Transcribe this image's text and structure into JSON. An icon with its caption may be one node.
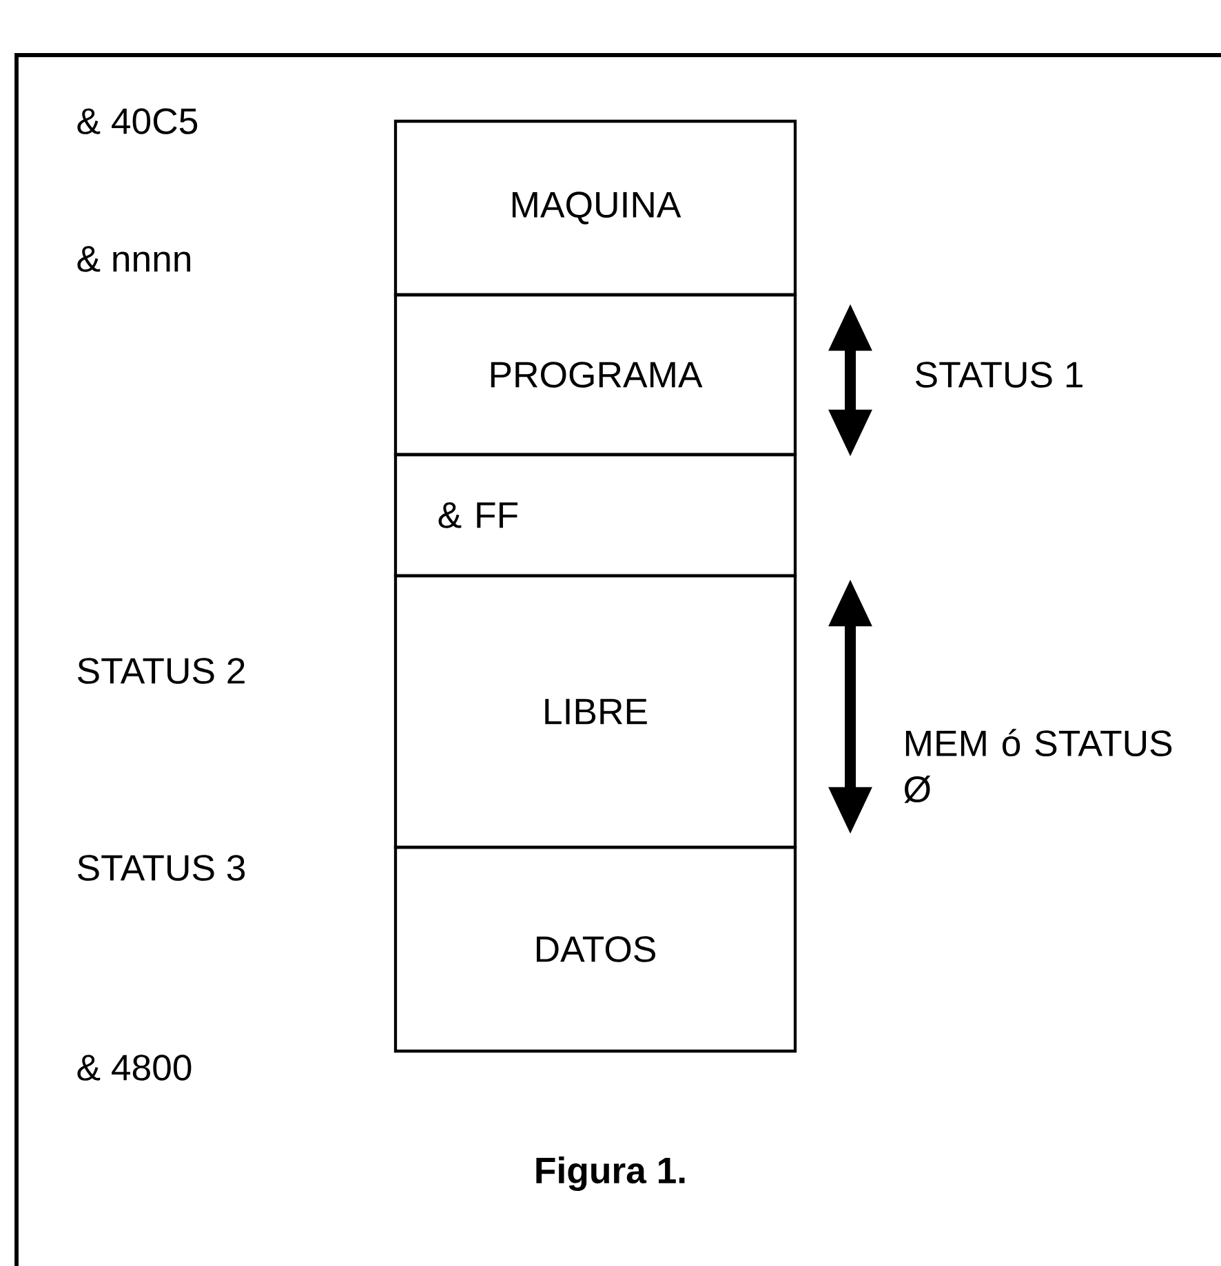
{
  "diagram": {
    "caption": "Figura 1.",
    "nodes": [
      {
        "text": [
          "MAQUINA"
        ]
      },
      {
        "text": [
          "PROGRAMA"
        ]
      },
      {
        "text": [
          "& FF"
        ]
      },
      {
        "text": [
          "LIBRE"
        ]
      },
      {
        "text": [
          "DATOS"
        ]
      }
    ],
    "edges": [],
    "labels": [
      "& 40C5",
      "& nnnn",
      "STATUS 1",
      "STATUS 2",
      "MEM ó STATUS Ø",
      "STATUS 3",
      "& 4800"
    ]
  }
}
